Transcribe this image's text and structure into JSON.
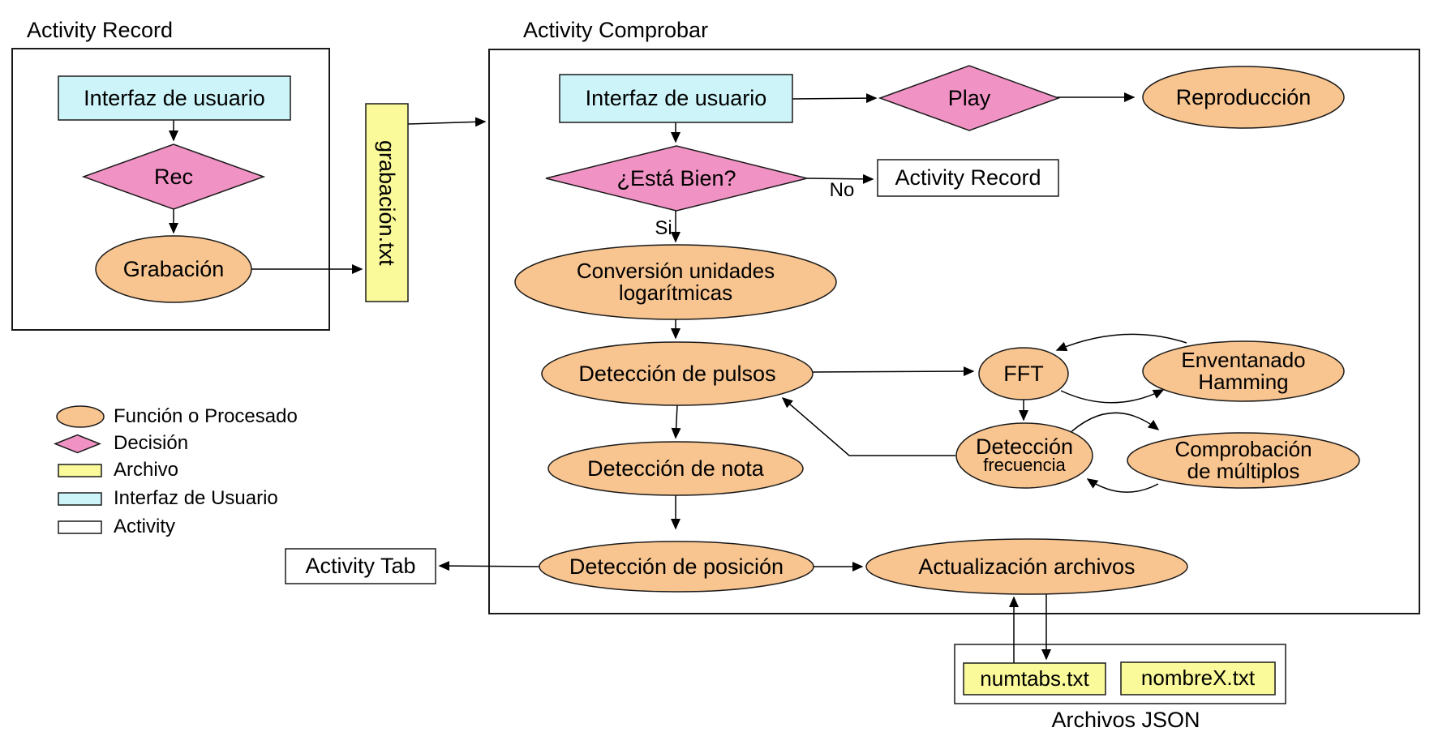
{
  "titles": {
    "record": "Activity Record",
    "comprobar": "Activity Comprobar"
  },
  "record": {
    "interfaz": "Interfaz de usuario",
    "rec": "Rec",
    "grabacion": "Grabación"
  },
  "files": {
    "grabacion_txt": "grabación.txt",
    "numtabs_txt": "numtabs.txt",
    "nombrex_txt": "nombreX.txt",
    "caption": "Archivos JSON"
  },
  "comprobar": {
    "interfaz": "Interfaz de usuario",
    "play": "Play",
    "reproduccion": "Reproducción",
    "esta_bien": "¿Está Bien?",
    "no": "No",
    "si": "Si",
    "activity_record_ref": "Activity Record",
    "conversion_line1": "Conversión unidades",
    "conversion_line2": "logarítmicas",
    "pulsos": "Detección de pulsos",
    "fft": "FFT",
    "hamming_line1": "Enventanado",
    "hamming_line2": "Hamming",
    "frecuencia_line1": "Detección",
    "frecuencia_line2": "frecuencia",
    "multiplos_line1": "Comprobación",
    "multiplos_line2": "de múltiplos",
    "nota": "Detección de nota",
    "posicion": "Detección de posición",
    "actualizacion": "Actualización archivos",
    "activity_tab_ref": "Activity Tab"
  },
  "legend": {
    "items": [
      {
        "shape": "ellipse",
        "label": "Función o Procesado"
      },
      {
        "shape": "diamond",
        "label": "Decisión"
      },
      {
        "shape": "file",
        "label": "Archivo"
      },
      {
        "shape": "ui",
        "label": "Interfaz de Usuario"
      },
      {
        "shape": "activity",
        "label": "Activity"
      }
    ]
  },
  "colors": {
    "process": "#F8C48F",
    "decision": "#F192C4",
    "file": "#FAFA9A",
    "ui": "#CCF4F9",
    "activity": "#FFFFFF"
  }
}
